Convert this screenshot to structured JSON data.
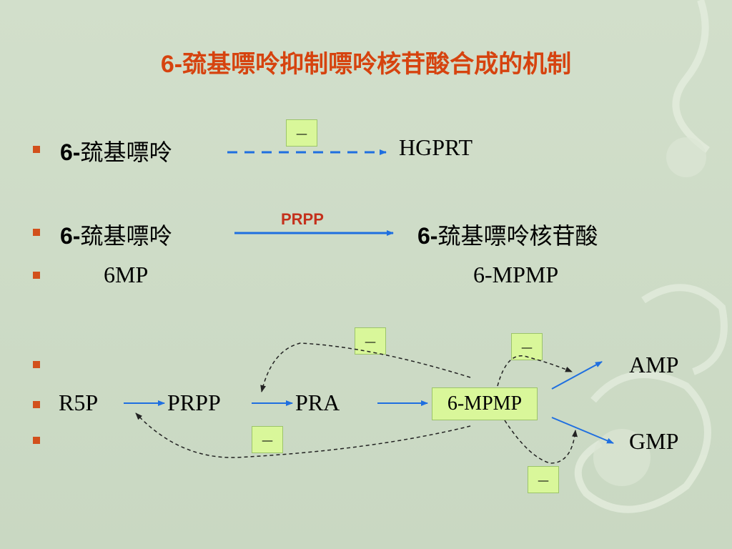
{
  "title": {
    "prefix": "6-",
    "main": "巯基嘌呤抑制嘌呤核苷酸合成的机制"
  },
  "colors": {
    "title": "#d6430f",
    "bullet": "#d2501c",
    "arrow": "#1f6fe0",
    "inhibitor_fill": "#d9f79a",
    "background": "#cddbc6"
  },
  "line1": {
    "num": "6-",
    "drug": "巯基嘌呤",
    "target": "HGPRT",
    "inhibit_mark": "—"
  },
  "line2": {
    "num": "6-",
    "drug": "巯基嘌呤",
    "cofactor": "PRPP",
    "product_num": "6-",
    "product": "巯基嘌呤核苷酸"
  },
  "line3": {
    "abbr_drug": "6MP",
    "abbr_product": "6-MPMP"
  },
  "pathway": {
    "nodes": [
      "R5P",
      "PRPP",
      "PRA",
      "6-MPMP",
      "AMP",
      "GMP"
    ],
    "inhibit_marks": [
      "—",
      "—",
      "—",
      "—"
    ]
  }
}
